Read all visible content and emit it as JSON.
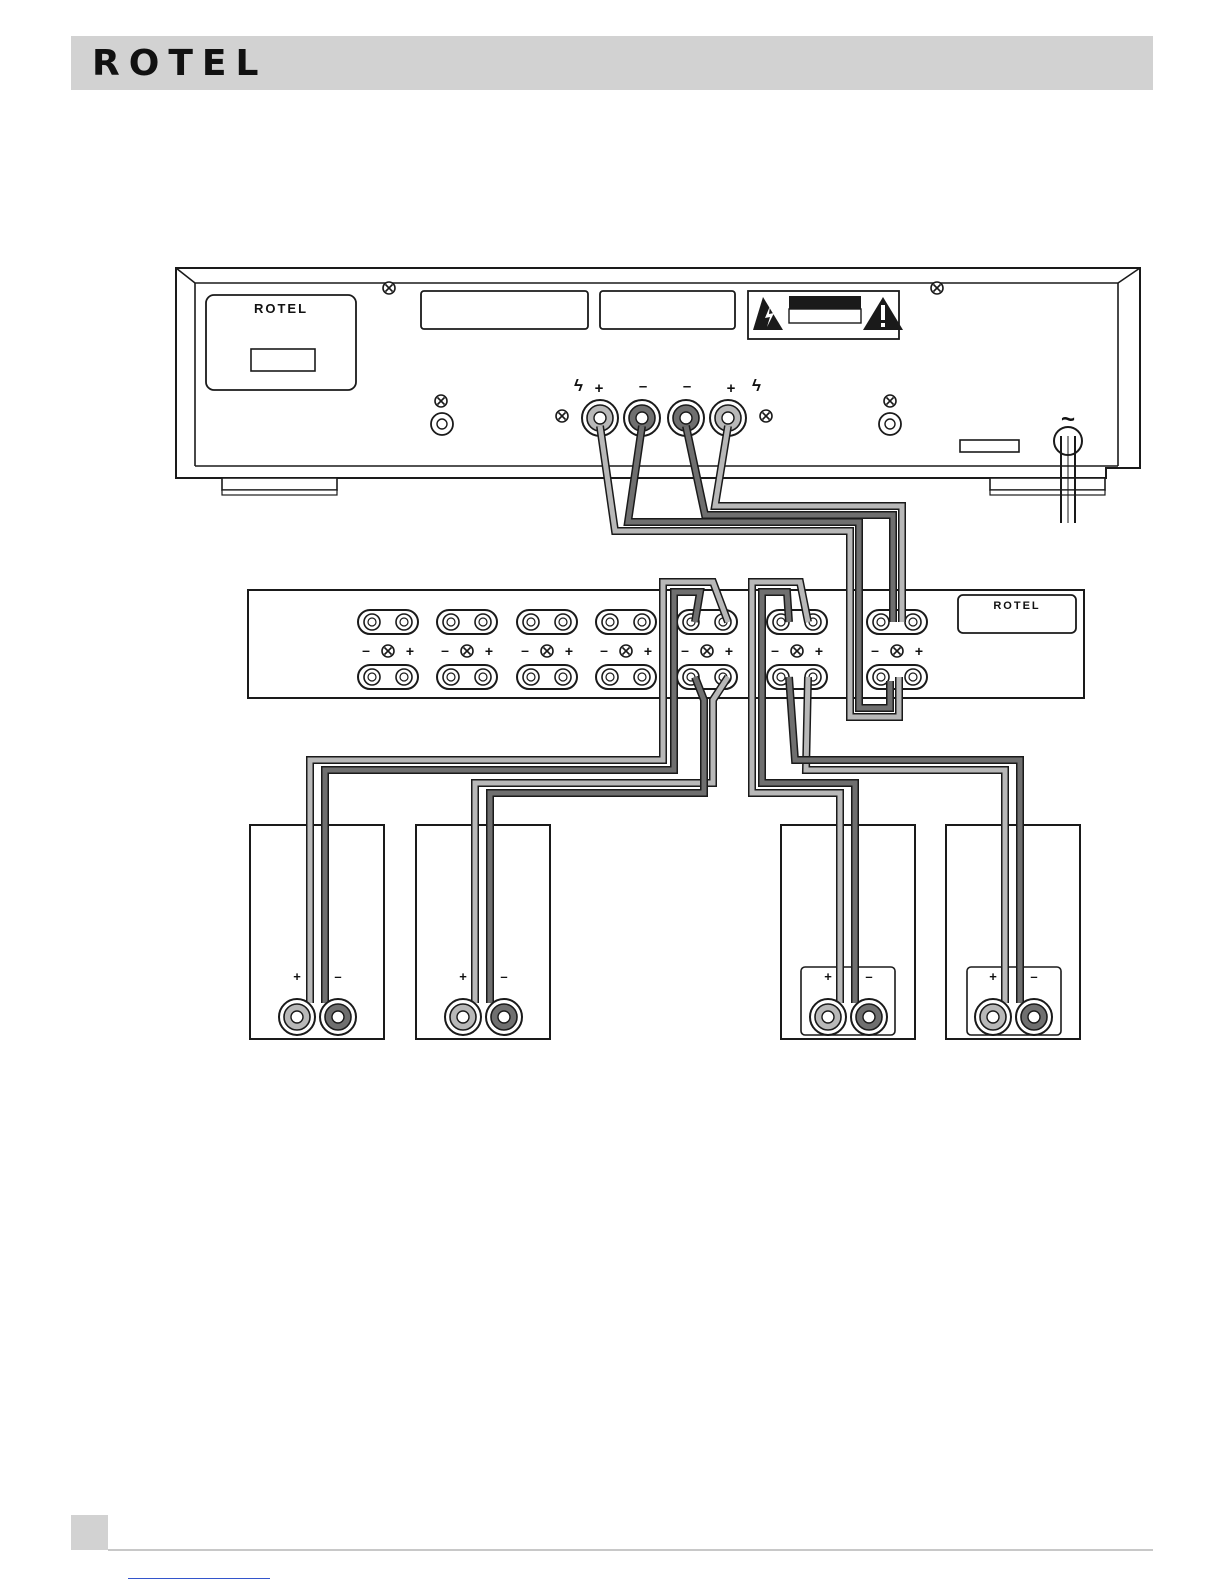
{
  "header": {
    "brand": "ROTEL"
  },
  "amplifier": {
    "brand": "ROTEL",
    "terminal_labels": [
      "+",
      "–",
      "–",
      "+"
    ],
    "ac_symbol": "~"
  },
  "speaker_switcher": {
    "brand": "ROTEL",
    "pair_labels": {
      "minus": "–",
      "plus": "+"
    },
    "pair_count": 7
  },
  "speakers": {
    "count": 4,
    "terminal_labels": {
      "plus": "+",
      "minus": "–"
    }
  },
  "colors": {
    "wire_positive": "#b8b8b8",
    "wire_negative": "#6f6f6f",
    "outline": "#1a1a1a",
    "header_bar": "#d2d2d2"
  }
}
